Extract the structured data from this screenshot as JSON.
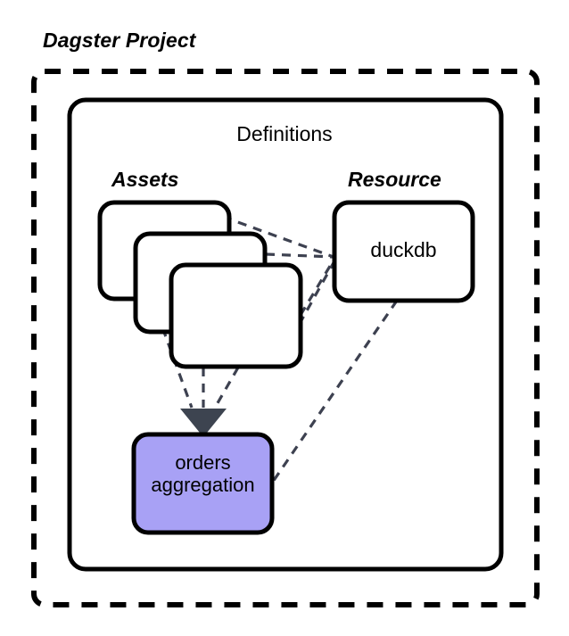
{
  "diagram": {
    "title": "Dagster Project",
    "container": {
      "label": "Definitions",
      "border_style": "dashed",
      "border_color": "#000000"
    },
    "groups": [
      {
        "name": "assets-group",
        "label": "Assets"
      },
      {
        "name": "resource-group",
        "label": "Resource"
      }
    ],
    "nodes": [
      {
        "name": "asset-card-1",
        "label": "",
        "fill": "#ffffff",
        "stroke": "#000000"
      },
      {
        "name": "asset-card-2",
        "label": "",
        "fill": "#ffffff",
        "stroke": "#000000"
      },
      {
        "name": "asset-card-3",
        "label": "",
        "fill": "#ffffff",
        "stroke": "#000000"
      },
      {
        "name": "resource-node-duckdb",
        "label": "duckdb",
        "fill": "#ffffff",
        "stroke": "#000000"
      },
      {
        "name": "asset-node-orders-aggregation",
        "label_line1": "orders",
        "label_line2": "aggregation",
        "fill": "#a8a1f5",
        "stroke": "#000000"
      }
    ],
    "edges": [
      {
        "from": "asset-card-1",
        "to": "resource-node-duckdb",
        "style": "dashed"
      },
      {
        "from": "asset-card-2",
        "to": "resource-node-duckdb",
        "style": "dashed"
      },
      {
        "from": "asset-card-3",
        "to": "resource-node-duckdb",
        "style": "dashed"
      },
      {
        "from": "asset-card-1",
        "to": "asset-node-orders-aggregation",
        "style": "dashed",
        "arrow": true
      },
      {
        "from": "asset-card-2",
        "to": "asset-node-orders-aggregation",
        "style": "dashed",
        "arrow": true
      },
      {
        "from": "asset-card-3",
        "to": "asset-node-orders-aggregation",
        "style": "dashed",
        "arrow": true
      },
      {
        "from": "resource-node-duckdb",
        "to": "asset-node-orders-aggregation",
        "style": "dashed"
      }
    ],
    "colors": {
      "edge": "#3d4150",
      "arrowhead": "#3d4450",
      "node_highlight": "#a8a1f5",
      "outline": "#000000",
      "background": "#ffffff"
    }
  }
}
